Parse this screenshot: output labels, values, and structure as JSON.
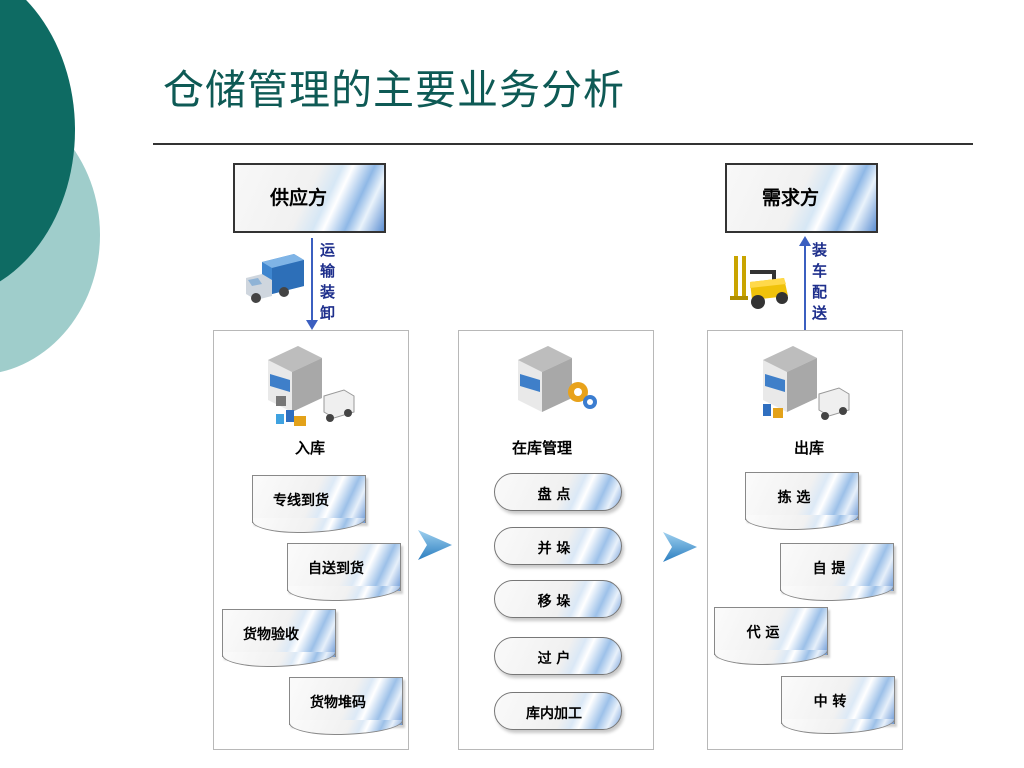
{
  "title": "仓储管理的主要业务分析",
  "supplier": "供应方",
  "demand": "需求方",
  "inbound_transport": "运输装卸",
  "outbound_transport": "装车配送",
  "panels": {
    "inbound": {
      "title": "入库",
      "items": [
        "专线到货",
        "自送到货",
        "货物验收",
        "货物堆码"
      ]
    },
    "storage": {
      "title": "在库管理",
      "items": [
        "盘 点",
        "并 垛",
        "移 垛",
        "过 户",
        "库内加工"
      ]
    },
    "outbound": {
      "title": "出库",
      "items": [
        "拣 选",
        "自 提",
        "代 运",
        "中 转"
      ]
    }
  },
  "colors": {
    "title": "#0e5a55",
    "deco_dark": "#0e6b63",
    "deco_light": "#9fcdcb",
    "arrow": "#3b5fc0",
    "vertical_text": "#1e2f8c"
  },
  "icons": {
    "truck": "delivery-truck-icon",
    "forklift": "forklift-icon",
    "warehouse": "warehouse-icon",
    "chevron": "chevron-right-icon"
  }
}
